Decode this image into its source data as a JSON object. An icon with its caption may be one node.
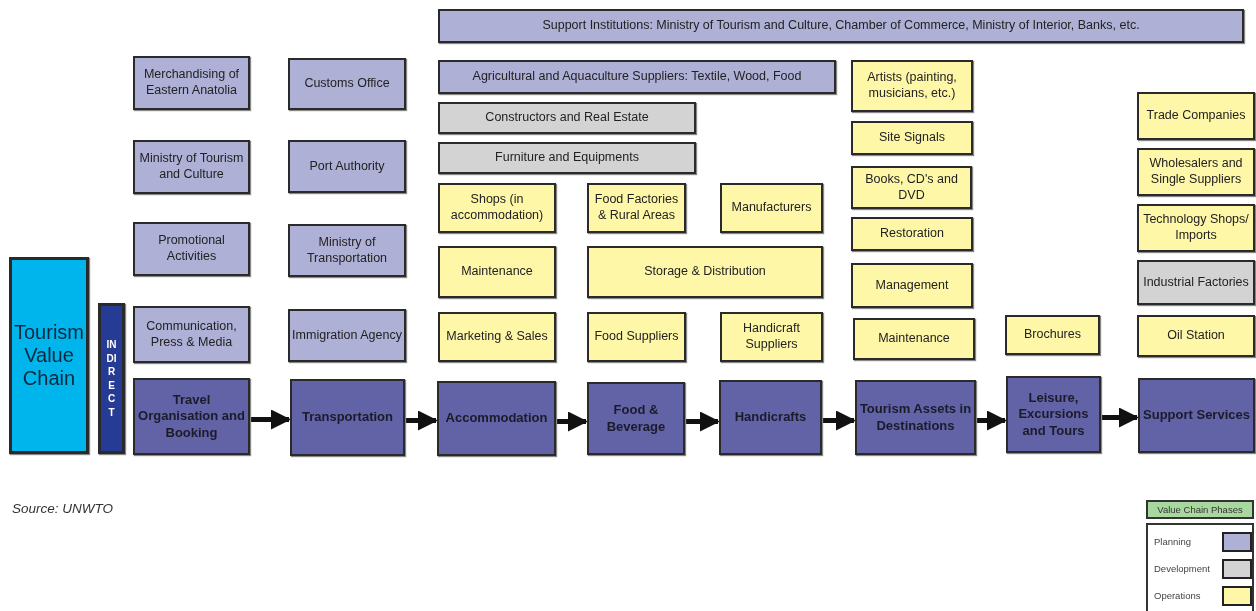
{
  "diagram": {
    "nodes": [
      {
        "text": [
          "Support Institutions: Ministry of Tourism and Culture, Chamber of Commerce, Ministry of Interior, Banks, etc."
        ]
      },
      {
        "text": [
          "Merchandising of Eastern Anatolia"
        ]
      },
      {
        "text": [
          "Customs Office"
        ]
      },
      {
        "text": [
          "Agricultural and Aquaculture Suppliers: Textile, Wood, Food"
        ]
      },
      {
        "text": [
          "Artists (painting, musicians, etc.)"
        ]
      },
      {
        "text": [
          "Constructors and Real Estate"
        ]
      },
      {
        "text": [
          "Trade Companies"
        ]
      },
      {
        "text": [
          "Ministry of Tourism and Culture"
        ]
      },
      {
        "text": [
          "Port Authority"
        ]
      },
      {
        "text": [
          "Site Signals"
        ]
      },
      {
        "text": [
          "Furniture and Equipments"
        ]
      },
      {
        "text": [
          "Wholesalers and Single Suppliers"
        ]
      },
      {
        "text": [
          "Books, CD's and DVD"
        ]
      },
      {
        "text": [
          "Shops (in accommodation)"
        ]
      },
      {
        "text": [
          "Food Factories & Rural Areas"
        ]
      },
      {
        "text": [
          "Manufacturers"
        ]
      },
      {
        "text": [
          "Technology Shops/ Imports"
        ]
      },
      {
        "text": [
          "Restoration"
        ]
      },
      {
        "text": [
          "Promotional Activities"
        ]
      },
      {
        "text": [
          "Ministry of Transportation"
        ]
      },
      {
        "text": [
          "Maintenance"
        ]
      },
      {
        "text": [
          "Storage & Distribution"
        ]
      },
      {
        "text": [
          "Management"
        ]
      },
      {
        "text": [
          "Industrial Factories"
        ]
      },
      {
        "text": [
          "Communication, Press & Media"
        ]
      },
      {
        "text": [
          "Immigration Agency"
        ]
      },
      {
        "text": [
          "Marketing & Sales"
        ]
      },
      {
        "text": [
          "Food Suppliers"
        ]
      },
      {
        "text": [
          "Handicraft Suppliers"
        ]
      },
      {
        "text": [
          "Maintenance"
        ]
      },
      {
        "text": [
          "Brochures"
        ]
      },
      {
        "text": [
          "Oil Station"
        ]
      },
      {
        "text": [
          "Tourism Value Chain"
        ]
      },
      {
        "text": [
          "INDIRECT"
        ]
      },
      {
        "text": [
          "Travel Organisation and Booking"
        ]
      },
      {
        "text": [
          "Transportation"
        ]
      },
      {
        "text": [
          "Accommodation"
        ]
      },
      {
        "text": [
          "Food & Beverage"
        ]
      },
      {
        "text": [
          "Handicrafts"
        ]
      },
      {
        "text": [
          "Tourism Assets in Destinations"
        ]
      },
      {
        "text": [
          "Leisure, Excursions and Tours"
        ]
      },
      {
        "text": [
          "Support Services"
        ]
      }
    ],
    "edges": [
      {
        "from": 34,
        "to": 35,
        "arrow": "to"
      },
      {
        "from": 35,
        "to": 36,
        "arrow": "to"
      },
      {
        "from": 36,
        "to": 37,
        "arrow": "to"
      },
      {
        "from": 37,
        "to": 38,
        "arrow": "to"
      },
      {
        "from": 38,
        "to": 39,
        "arrow": "to"
      },
      {
        "from": 39,
        "to": 40,
        "arrow": "to"
      },
      {
        "from": 40,
        "to": 41,
        "arrow": "to"
      }
    ],
    "labels": [
      "Source: UNWTO",
      "Value Chain Phases"
    ],
    "legend": [
      {
        "text": "Planning",
        "color": "#aeb0d6"
      },
      {
        "text": "Development",
        "color": "#d3d3d3"
      },
      {
        "text": "Operations",
        "color": "#fff7a8"
      }
    ]
  }
}
